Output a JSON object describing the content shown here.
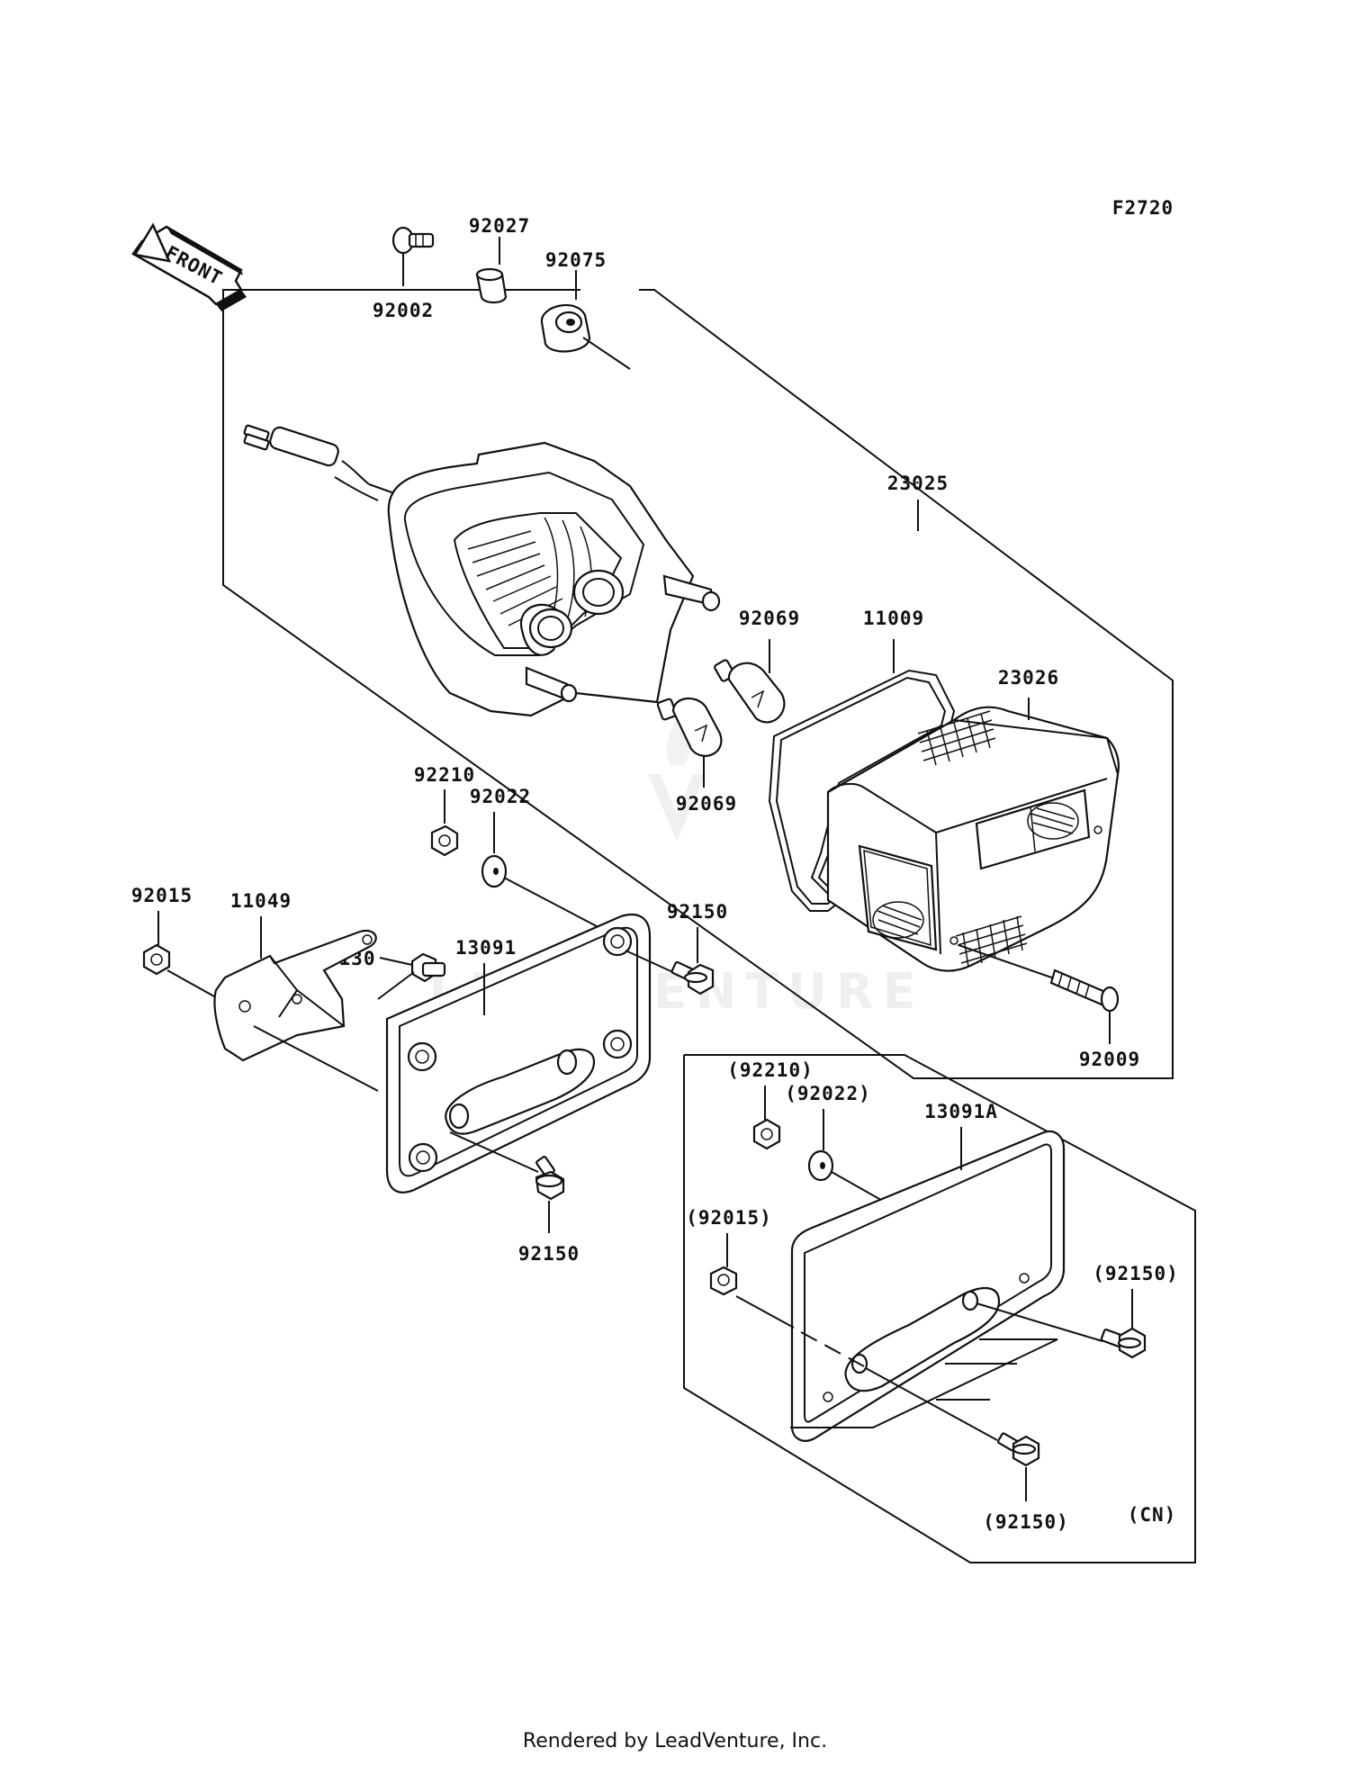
{
  "figure_code": "F2720",
  "front_arrow_label": "FRONT",
  "watermark": "LEADVENTURE",
  "labels": {
    "p92002": "92002",
    "p92027": "92027",
    "p92075": "92075",
    "p23025": "23025",
    "p92069a": "92069",
    "p92069b": "92069",
    "p11009": "11009",
    "p23026": "23026",
    "p92210": "92210",
    "p92022": "92022",
    "p130": "130",
    "p92015": "92015",
    "p11049": "11049",
    "p13091": "13091",
    "p92150a": "92150",
    "p92150b": "92150",
    "p92009": "92009",
    "cn92210": "(92210)",
    "cn92022": "(92022)",
    "cn13091A": "13091A",
    "cn92015": "(92015)",
    "cn92150a": "(92150)",
    "cn92150b": "(92150)",
    "cn_tag": "(CN)"
  },
  "footer": "Rendered by LeadVenture, Inc."
}
